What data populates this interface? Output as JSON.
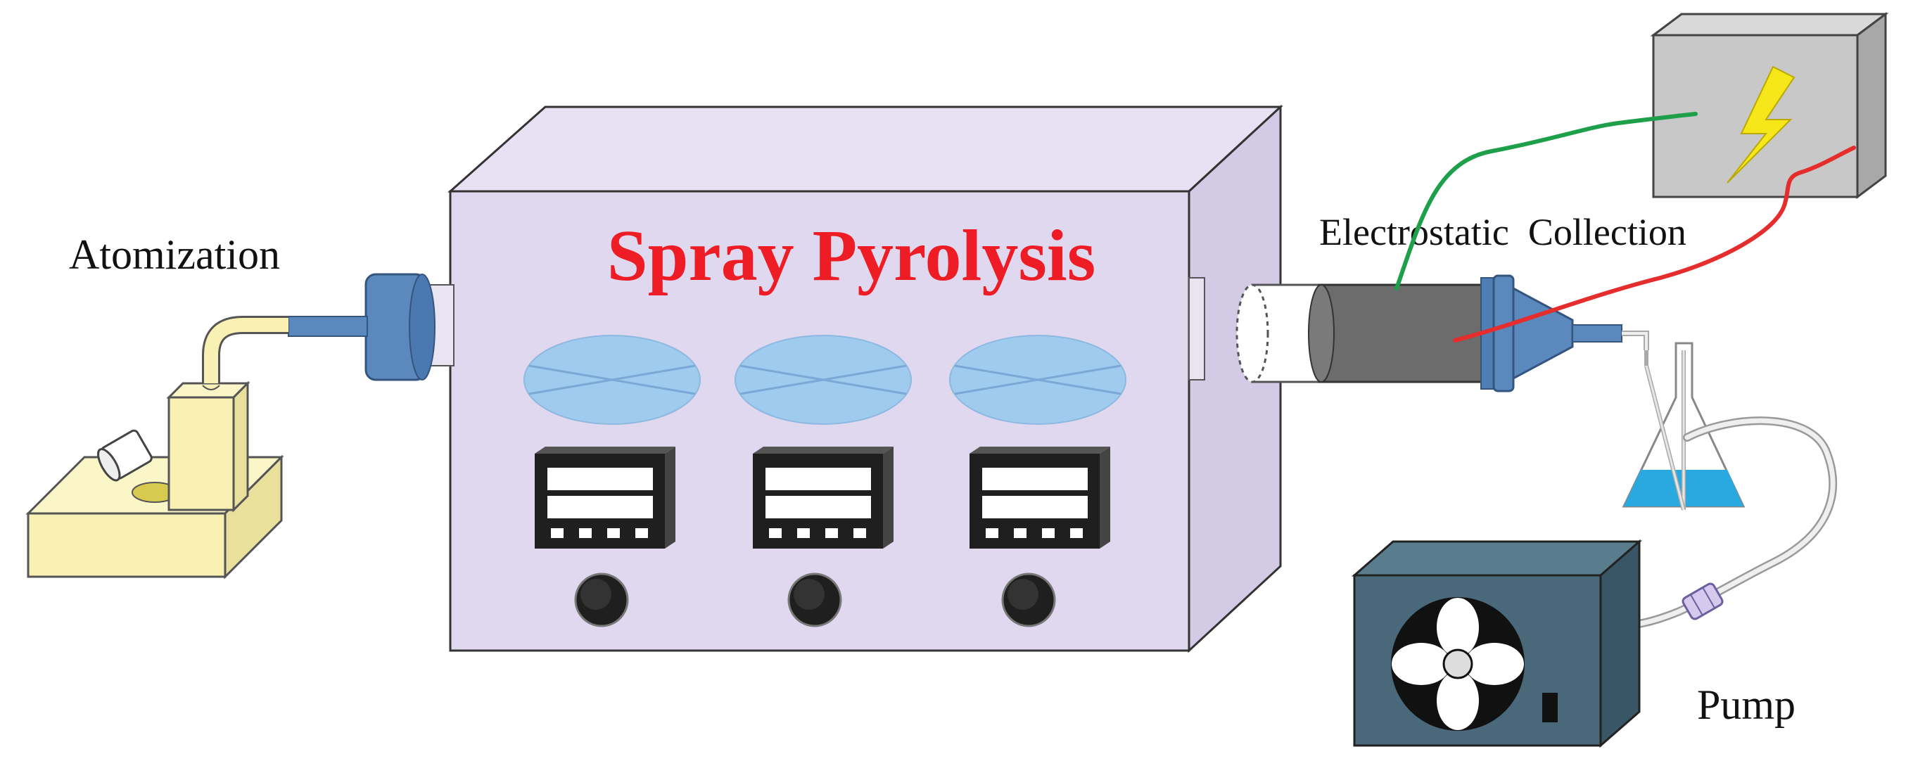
{
  "labels": {
    "title": "Spray Pyrolysis",
    "atomization": "Atomization",
    "electrostatic": "Electrostatic  Collection",
    "pump": "Pump"
  },
  "colors": {
    "title": "#ee1c25",
    "furnace_front": "#e0d8ef",
    "furnace_top": "#e7e1f3",
    "furnace_side": "#d3cae5",
    "window": "#9ecbee",
    "controller": "#222222",
    "knob": "#1f1f1f",
    "tube_blue": "#5b88bd",
    "atomizer": "#f8f1b3",
    "collector_body": "#6c6c6c",
    "hv_box": "#c8c8c8",
    "bolt": "#f5e71a",
    "wire_green": "#1ea04a",
    "wire_red": "#e62d2d",
    "pump_body": "#49697a",
    "liquid": "#2aa8e0"
  },
  "parts": {
    "windows": [
      "heating-zone-window-1",
      "heating-zone-window-2",
      "heating-zone-window-3"
    ],
    "controllers": [
      "temperature-controller-1",
      "temperature-controller-2",
      "temperature-controller-3"
    ],
    "knobs": [
      "control-knob-1",
      "control-knob-2",
      "control-knob-3"
    ]
  }
}
